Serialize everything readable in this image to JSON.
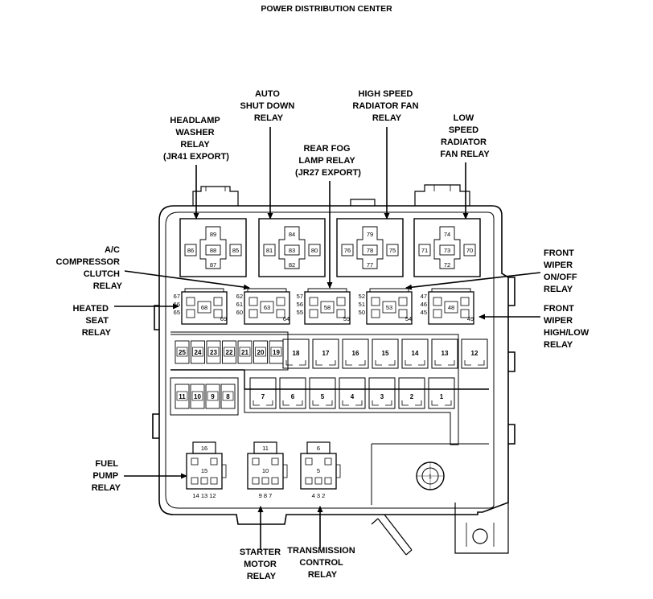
{
  "title": "POWER DISTRIBUTION CENTER",
  "labels": {
    "headlamp_washer": [
      "HEADLAMP",
      "WASHER",
      "RELAY",
      "(JR41 EXPORT)"
    ],
    "asd": [
      "AUTO",
      "SHUT DOWN",
      "RELAY"
    ],
    "rear_fog": [
      "REAR FOG",
      "LAMP RELAY",
      "(JR27 EXPORT)"
    ],
    "high_speed_fan": [
      "HIGH SPEED",
      "RADIATOR FAN",
      "RELAY"
    ],
    "low_speed_fan": [
      "LOW",
      "SPEED",
      "RADIATOR",
      "FAN RELAY"
    ],
    "ac_clutch": [
      "A/C",
      "COMPRESSOR",
      "CLUTCH",
      "RELAY"
    ],
    "heated_seat": [
      "HEATED",
      "SEAT",
      "RELAY"
    ],
    "wiper_onoff": [
      "FRONT",
      "WIPER",
      "ON/OFF",
      "RELAY"
    ],
    "wiper_highlow": [
      "FRONT",
      "WIPER",
      "HIGH/LOW",
      "RELAY"
    ],
    "fuel_pump": [
      "FUEL",
      "PUMP",
      "RELAY"
    ],
    "starter": [
      "STARTER",
      "MOTOR",
      "RELAY"
    ],
    "transmission": [
      "TRANSMISSION",
      "CONTROL",
      "RELAY"
    ]
  },
  "iso_relays": [
    {
      "t": "89",
      "l": "86",
      "c": "88",
      "r": "85",
      "b": "87"
    },
    {
      "t": "84",
      "l": "81",
      "c": "83",
      "r": "80",
      "b": "82"
    },
    {
      "t": "79",
      "l": "76",
      "c": "78",
      "r": "75",
      "b": "77"
    },
    {
      "t": "74",
      "l": "71",
      "c": "73",
      "r": "70",
      "b": "72"
    }
  ],
  "micro_relays": [
    {
      "pins": [
        "67",
        "66",
        "65"
      ],
      "c": "68",
      "br": "69"
    },
    {
      "pins": [
        "62",
        "61",
        "60"
      ],
      "c": "63",
      "br": "64"
    },
    {
      "pins": [
        "57",
        "56",
        "55"
      ],
      "c": "58",
      "br": "59"
    },
    {
      "pins": [
        "52",
        "51",
        "50"
      ],
      "c": "53",
      "br": "54"
    },
    {
      "pins": [
        "47",
        "46",
        "45"
      ],
      "c": "48",
      "br": "49"
    }
  ],
  "mini_fuses_top": [
    "25",
    "24",
    "23",
    "22",
    "21",
    "20",
    "19"
  ],
  "mini_fuses_low": [
    "11",
    "10",
    "9",
    "8"
  ],
  "cart_fuses_top": [
    "18",
    "17",
    "16",
    "15",
    "14",
    "13",
    "12"
  ],
  "cart_fuses_low": [
    "7",
    "6",
    "5",
    "4",
    "3",
    "2",
    "1"
  ],
  "bottom_relays": [
    {
      "top": "16",
      "mid": "15",
      "pins": "14 13 12"
    },
    {
      "top": "11",
      "mid": "10",
      "pins": "9  8  7"
    },
    {
      "top": "6",
      "mid": "5",
      "pins": "4  3  2"
    }
  ],
  "maxi_fuse": "1"
}
